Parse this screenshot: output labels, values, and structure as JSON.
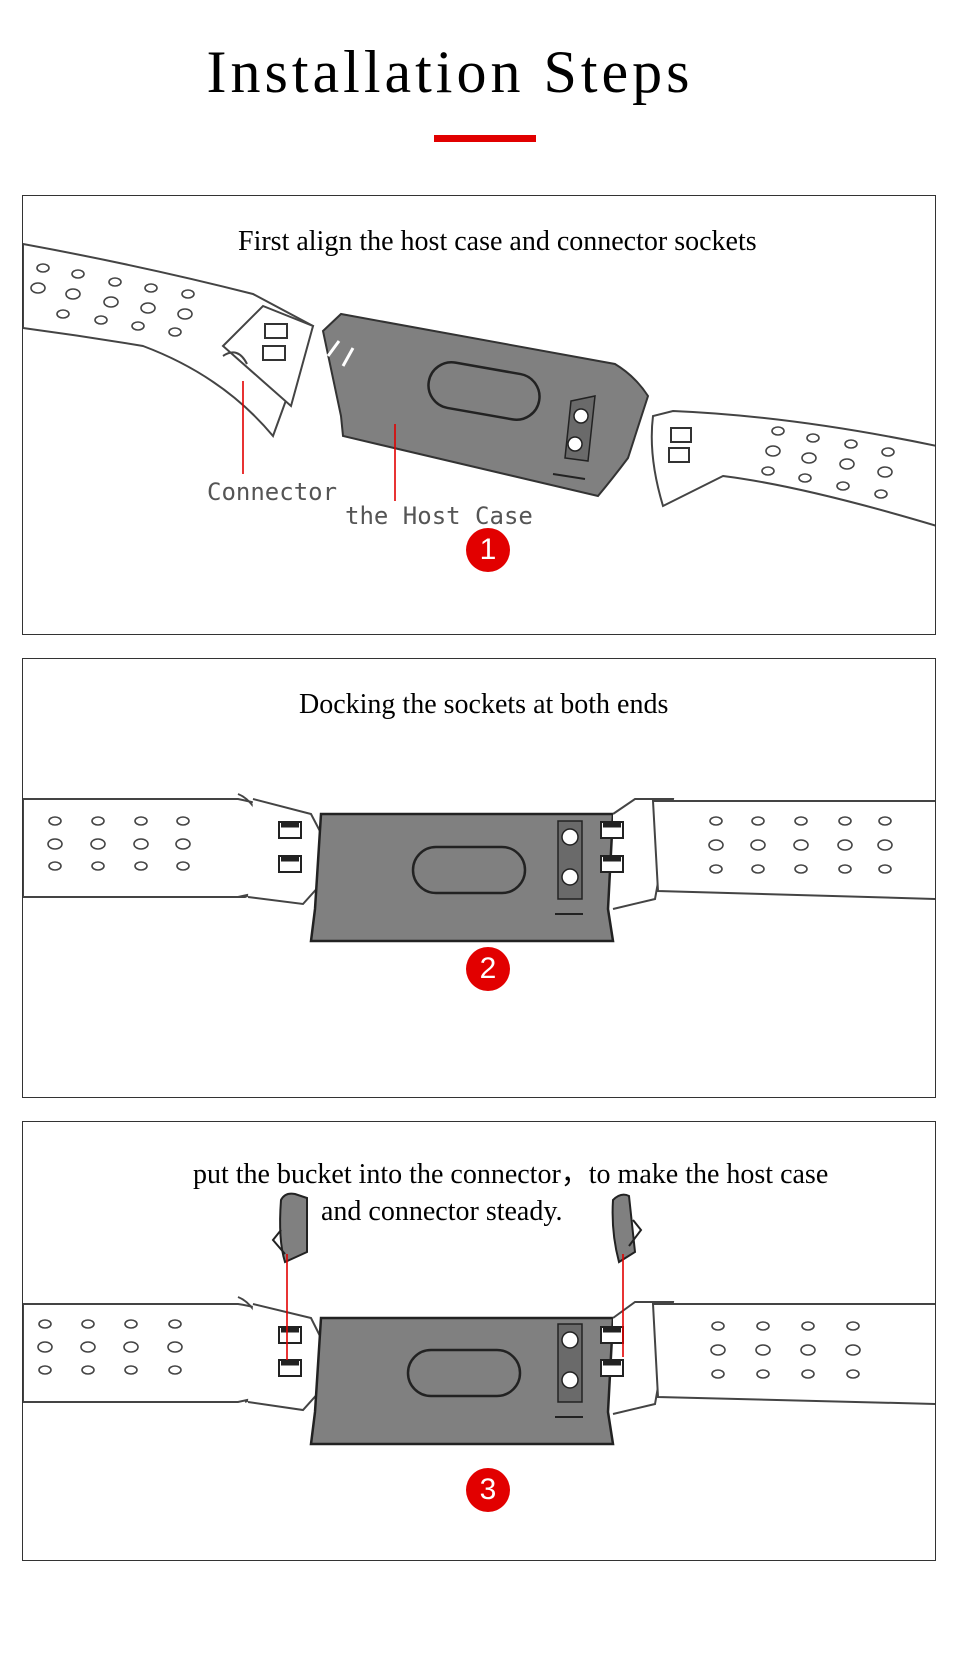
{
  "page": {
    "title": "Installation Steps",
    "accent_color": "#e10000"
  },
  "steps": [
    {
      "number": "1",
      "caption": "First align the host case and connector sockets",
      "labels": {
        "connector": "Connector",
        "host_case": "the Host Case"
      }
    },
    {
      "number": "2",
      "caption": "Docking the sockets at both ends"
    },
    {
      "number": "3",
      "caption_line1": "put the bucket into the connector，to make the host case",
      "caption_line2": "and connector steady."
    }
  ],
  "colors": {
    "host_case": "#808080",
    "strap_outline": "#444444",
    "badge": "#e20000",
    "pointer_line": "#e20000"
  },
  "icons": [
    "watch-band-illustration",
    "pointer-line",
    "step-number-badge"
  ]
}
